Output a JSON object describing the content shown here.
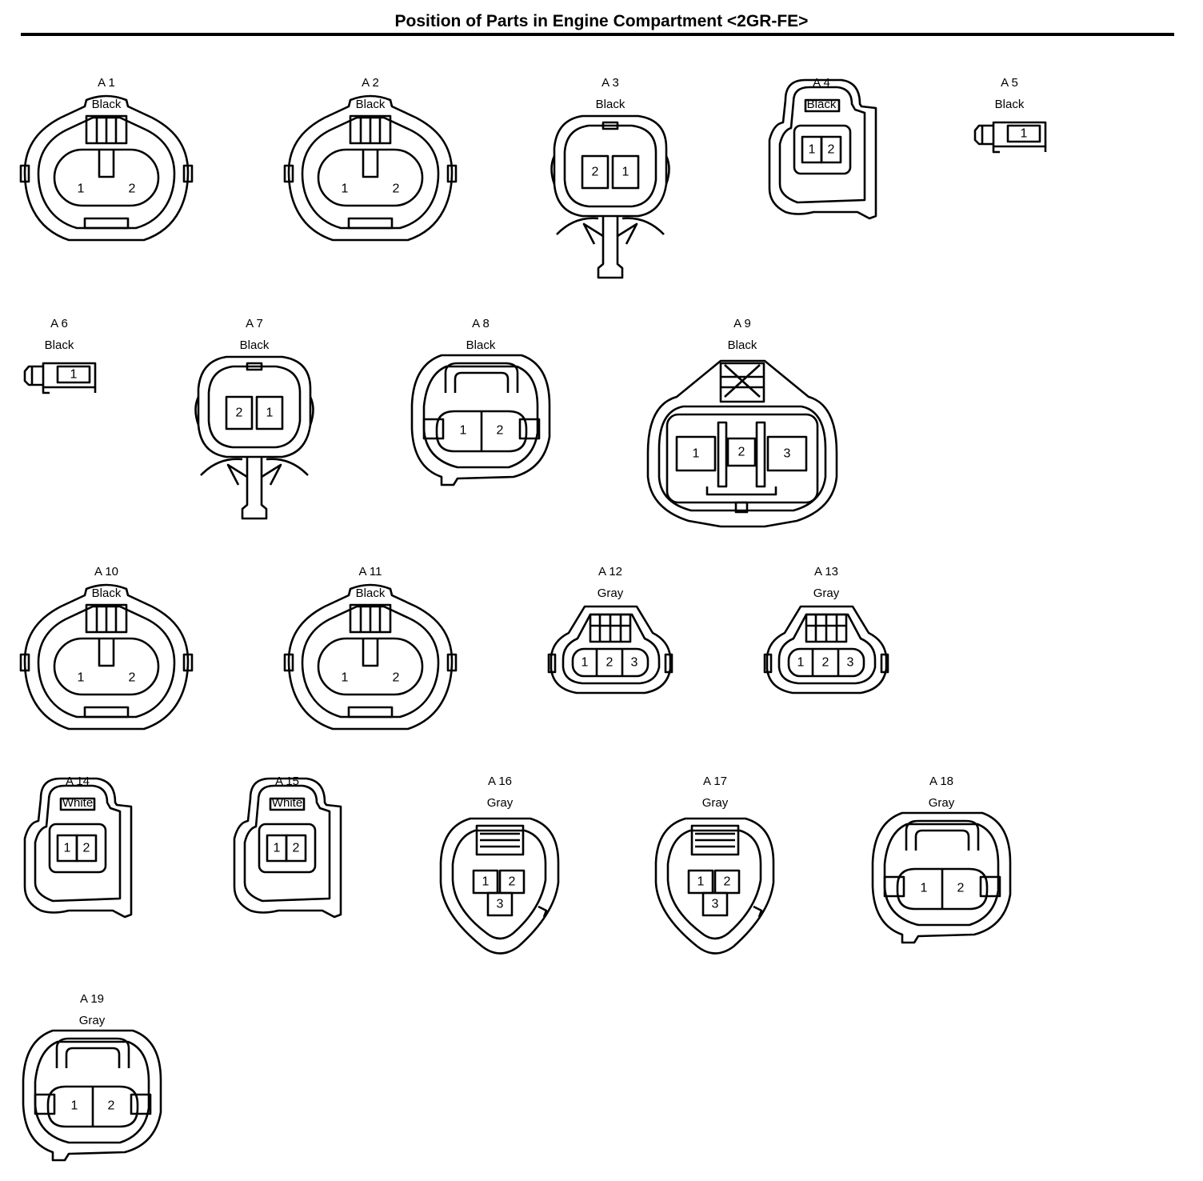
{
  "page": {
    "title": "Position of Parts in Engine Compartment <2GR-FE>"
  },
  "connectors": [
    {
      "id": "A 1",
      "color": "Black",
      "shape": "oval-2",
      "pins": [
        "1",
        "2"
      ]
    },
    {
      "id": "A 2",
      "color": "Black",
      "shape": "oval-2",
      "pins": [
        "1",
        "2"
      ]
    },
    {
      "id": "A 3",
      "color": "Black",
      "shape": "clip-2",
      "pins": [
        "2",
        "1"
      ]
    },
    {
      "id": "A 4",
      "color": "Black",
      "shape": "square-2",
      "pins": [
        "1",
        "2"
      ]
    },
    {
      "id": "A 5",
      "color": "Black",
      "shape": "small-1",
      "pins": [
        "1"
      ]
    },
    {
      "id": "A 6",
      "color": "Black",
      "shape": "small-1",
      "pins": [
        "1"
      ]
    },
    {
      "id": "A 7",
      "color": "Black",
      "shape": "clip-2",
      "pins": [
        "2",
        "1"
      ]
    },
    {
      "id": "A 8",
      "color": "Black",
      "shape": "round-2",
      "pins": [
        "1",
        "2"
      ]
    },
    {
      "id": "A 9",
      "color": "Black",
      "shape": "large-3",
      "pins": [
        "1",
        "2",
        "3"
      ]
    },
    {
      "id": "A 10",
      "color": "Black",
      "shape": "oval-2",
      "pins": [
        "1",
        "2"
      ]
    },
    {
      "id": "A 11",
      "color": "Black",
      "shape": "oval-2",
      "pins": [
        "1",
        "2"
      ]
    },
    {
      "id": "A 12",
      "color": "Gray",
      "shape": "flat-3",
      "pins": [
        "1",
        "2",
        "3"
      ]
    },
    {
      "id": "A 13",
      "color": "Gray",
      "shape": "flat-3",
      "pins": [
        "1",
        "2",
        "3"
      ]
    },
    {
      "id": "A 14",
      "color": "White",
      "shape": "square-2",
      "pins": [
        "1",
        "2"
      ]
    },
    {
      "id": "A 15",
      "color": "White",
      "shape": "square-2",
      "pins": [
        "1",
        "2"
      ]
    },
    {
      "id": "A 16",
      "color": "Gray",
      "shape": "tri-3",
      "pins": [
        "1",
        "2",
        "3"
      ]
    },
    {
      "id": "A 17",
      "color": "Gray",
      "shape": "tri-3",
      "pins": [
        "1",
        "2",
        "3"
      ]
    },
    {
      "id": "A 18",
      "color": "Gray",
      "shape": "round-2",
      "pins": [
        "1",
        "2"
      ]
    },
    {
      "id": "A 19",
      "color": "Gray",
      "shape": "round-2",
      "pins": [
        "1",
        "2"
      ]
    }
  ]
}
